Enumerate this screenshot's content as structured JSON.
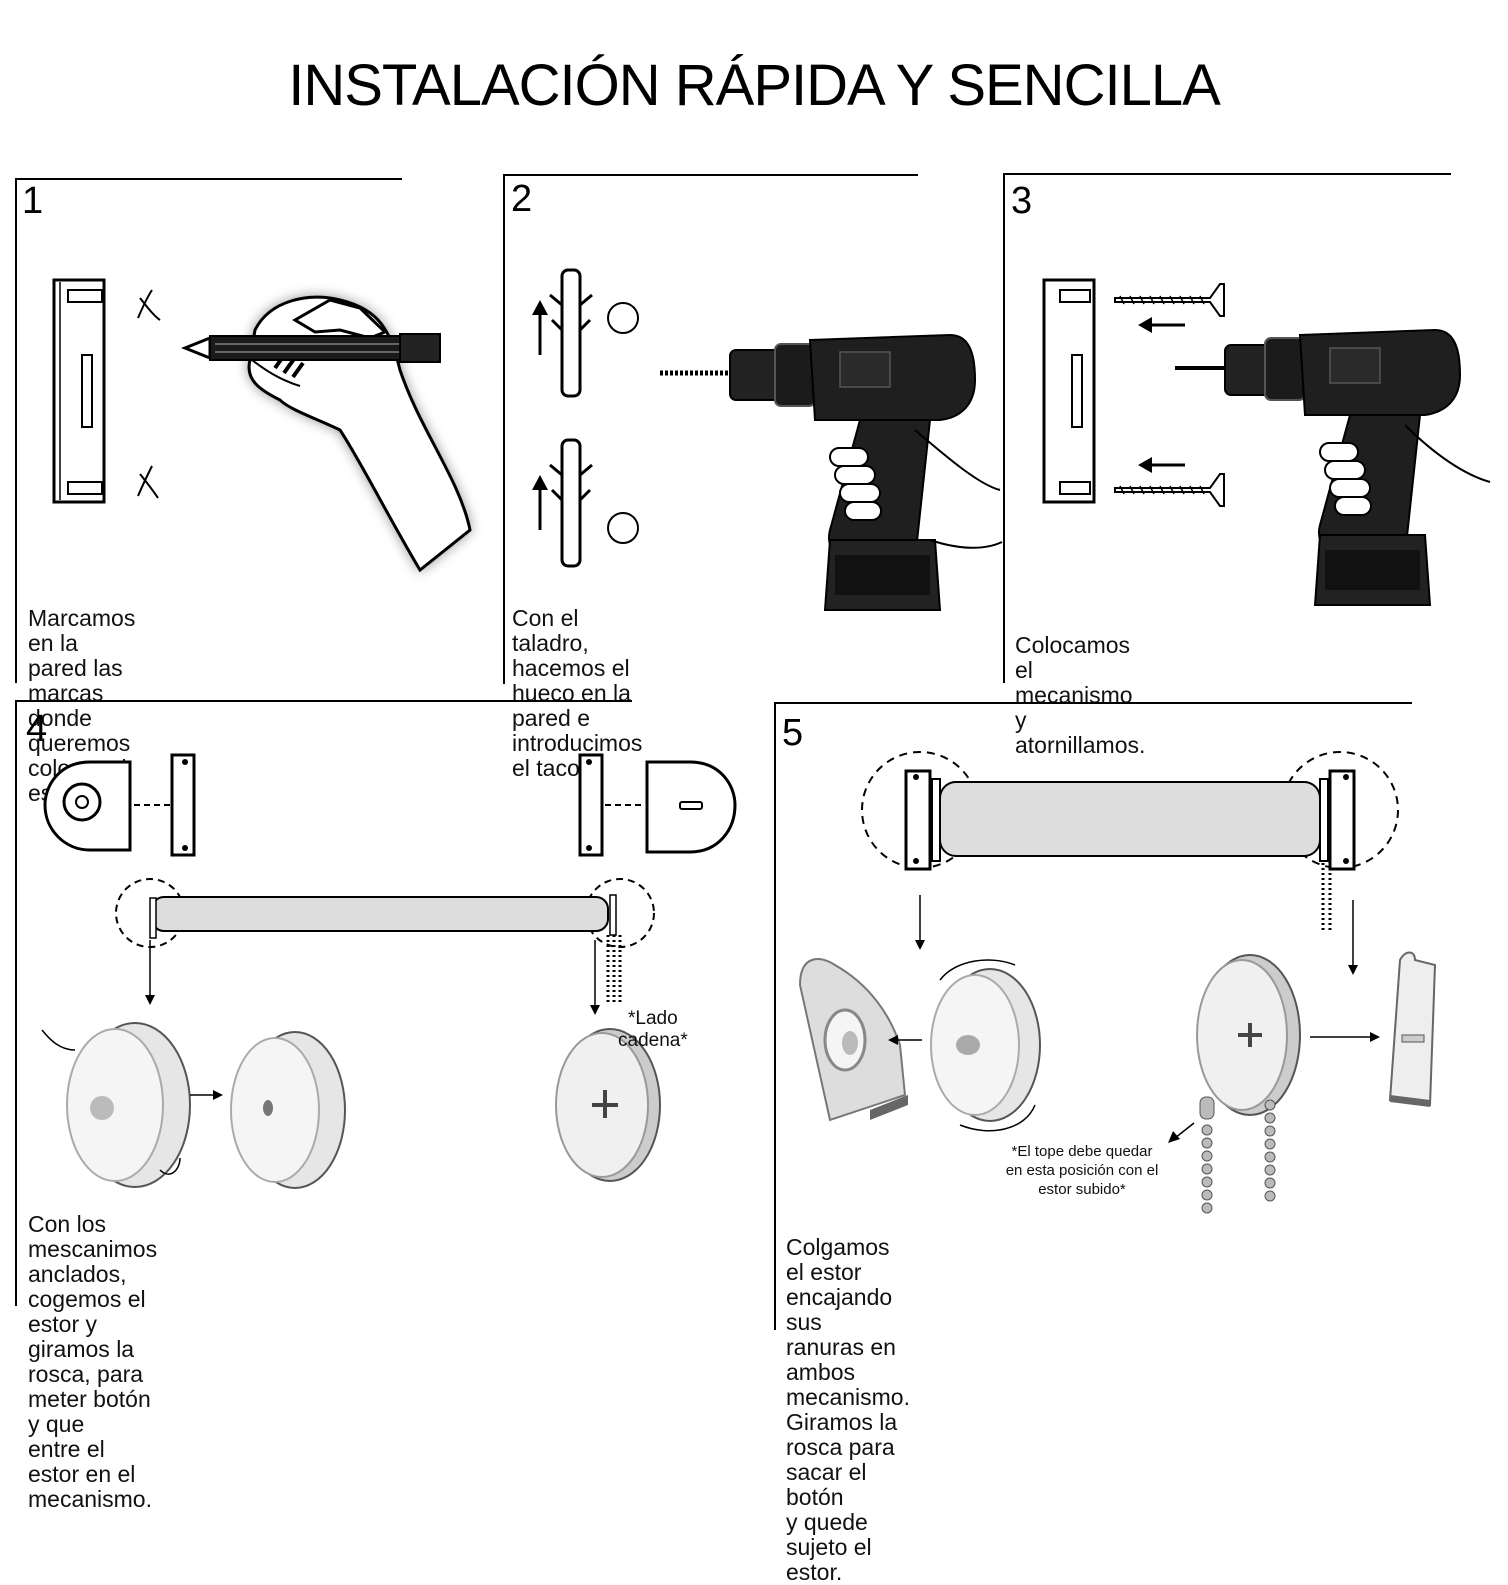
{
  "title": "INSTALACIÓN  RÁPIDA Y SENCILLA",
  "steps": [
    {
      "number": "1",
      "caption": "Marcamos en la pared las\nmarcas donde queremos\ncolocar el estor."
    },
    {
      "number": "2",
      "caption": "Con el taladro, hacemos el\nhueco en la pared e\nintroducimos el taco."
    },
    {
      "number": "3",
      "caption": "Colocamos el mecanismo y\natornillamos."
    },
    {
      "number": "4",
      "caption": "Con los mescanimos anclados,\ncogemos el estor y giramos la\nrosca, para meter botón y que\nentre el estor en el mecanismo."
    },
    {
      "number": "5",
      "caption": "Colgamos el estor encajando  sus\nranuras en ambos mecanismo.\nGiramos la rosca para sacar el botón\ny quede sujeto el estor."
    }
  ],
  "notes": {
    "chain_side": "*Lado cadena*",
    "stopper": "*El tope debe quedar\nen esta posición con el\nestor subido*"
  },
  "icons": [
    "bracket-icon",
    "pencil-icon",
    "hand-icon",
    "wall-plug-icon",
    "drill-icon",
    "screw-icon",
    "arrow-icon",
    "roller-tube-icon",
    "gear-knob-icon",
    "end-cap-icon",
    "chain-icon"
  ]
}
